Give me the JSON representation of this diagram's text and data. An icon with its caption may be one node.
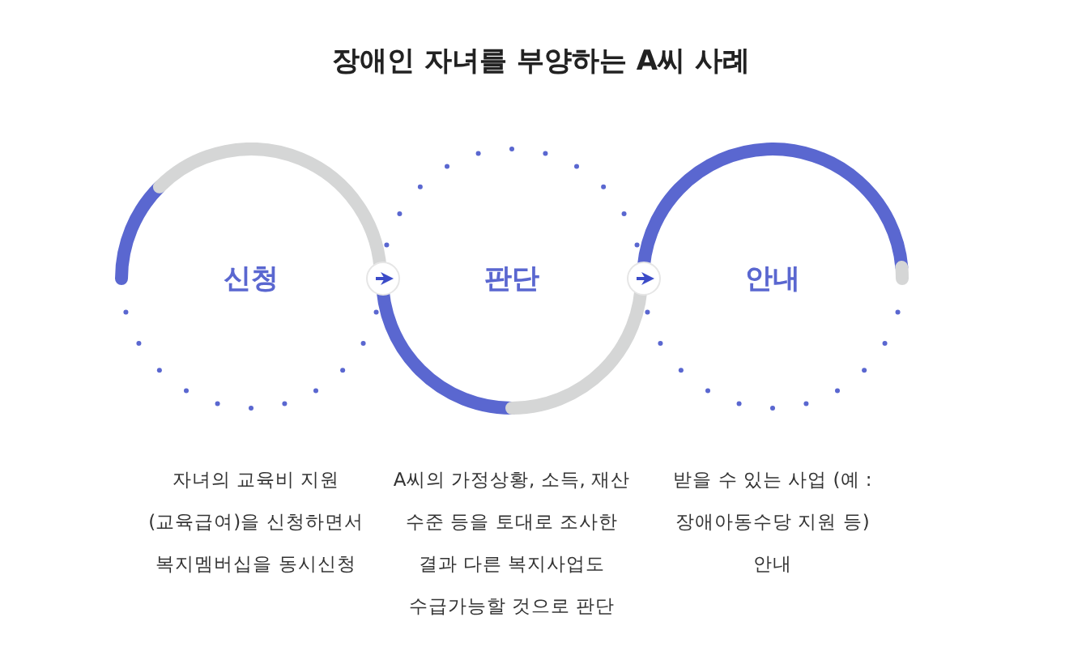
{
  "diagram": {
    "title": "장애인 자녀를 부양하는 A씨 사례",
    "nodes": [
      {
        "text": [
          "신청"
        ]
      },
      {
        "text": [
          "판단"
        ]
      },
      {
        "text": [
          "안내"
        ]
      }
    ],
    "edges": [
      {
        "from": 0,
        "to": 1,
        "arrow": "to"
      },
      {
        "from": 1,
        "to": 2,
        "arrow": "to"
      }
    ],
    "labels": [
      "자녀의 교육비 지원 (교육급여)을 신청하면서 복지멤버십을 동시신청",
      "A씨의 가정상황, 소득, 재산 수준 등을 토대로 조사한 결과 다른 복지사업도 수급가능할 것으로 판단",
      "받을 수 있는 사업 (예 : 장애아동수당 지원 등) 안내"
    ]
  }
}
